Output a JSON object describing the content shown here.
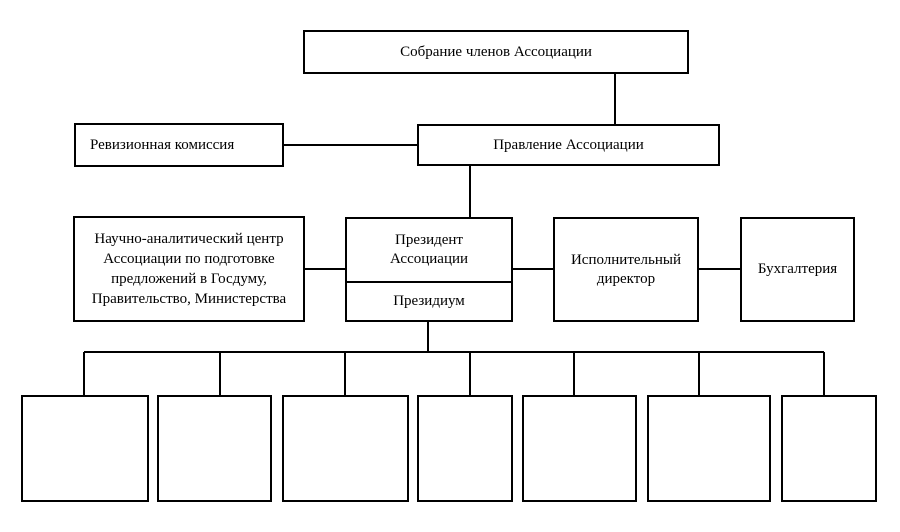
{
  "diagram": {
    "assembly": "Собрание членов Ассоциации",
    "audit_commission": "Ревизионная комиссия",
    "board": "Правление Ассоциации",
    "research_center": {
      "lines": [
        "Научно-аналитический центр",
        "Ассоциации по подготовке",
        "предложений в Госдуму,",
        "Правительство, Министерства"
      ]
    },
    "president": {
      "lines": [
        "Президент",
        "Ассоциации"
      ]
    },
    "presidium": "Президиум",
    "executive_director": {
      "lines": [
        "Исполнительный",
        "директор"
      ]
    },
    "accounting": "Бухгалтерия",
    "subordinate_units": [
      "",
      "",
      "",
      "",
      "",
      "",
      ""
    ]
  }
}
